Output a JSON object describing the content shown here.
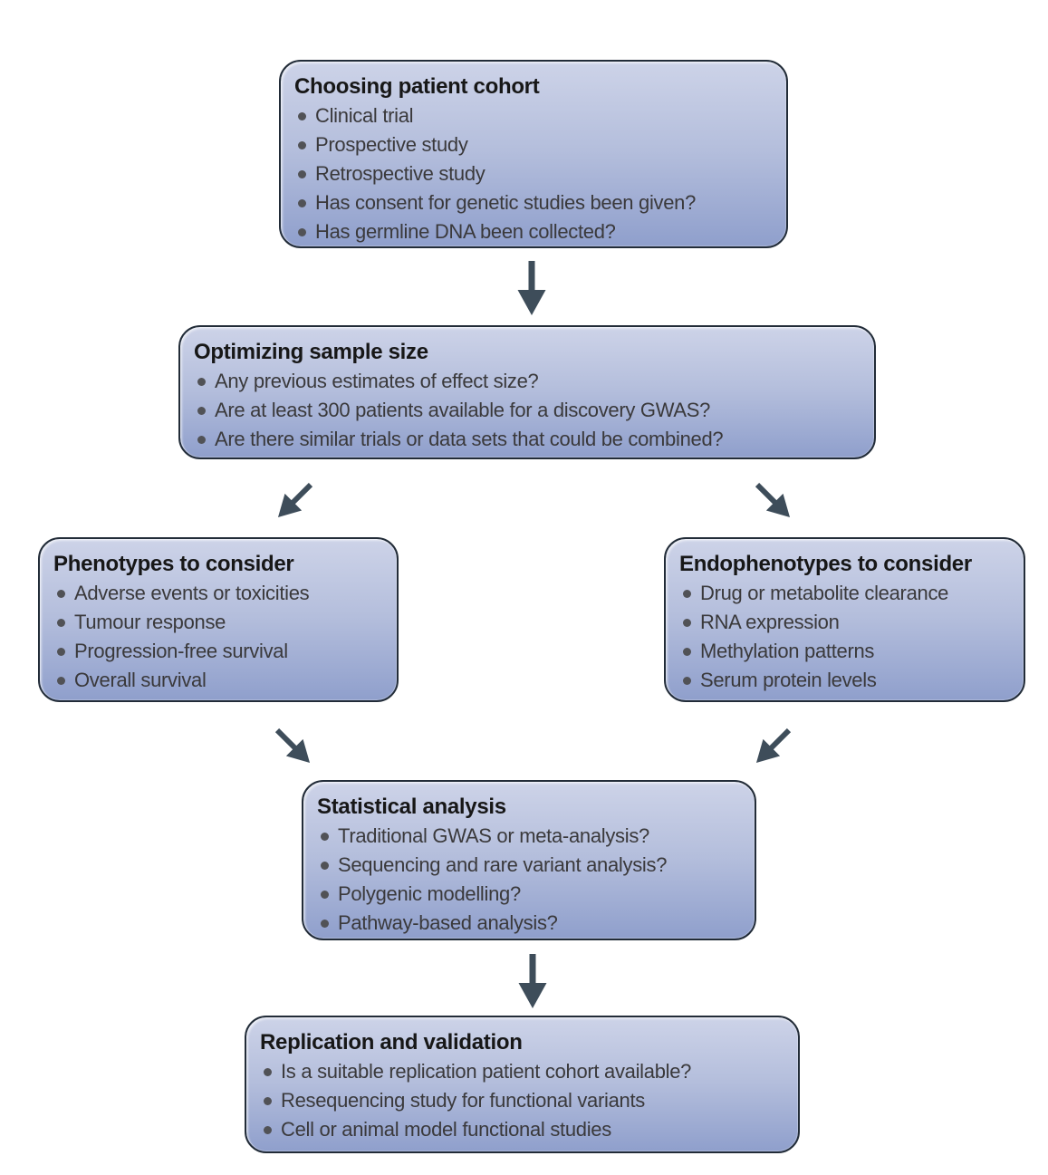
{
  "styles": {
    "node_gradient_top": "#cdd3e8",
    "node_gradient_mid": "#b4bedc",
    "node_gradient_bottom": "#8f9fcc",
    "node_border": "#222c38",
    "arrow_color": "#3e4d5a",
    "title_color": "#171717",
    "text_color": "#3a393b",
    "bullet_color": "#515256",
    "page_bg": "#ffffff"
  },
  "diagram": {
    "type": "flowchart",
    "nodes": [
      {
        "id": "choosing-patient-cohort",
        "title": "Choosing patient cohort",
        "bullets": [
          "Clinical trial",
          "Prospective study",
          "Retrospective study",
          "Has consent for genetic studies been given?",
          "Has germline DNA been collected?"
        ]
      },
      {
        "id": "optimizing-sample-size",
        "title": "Optimizing sample size",
        "bullets": [
          "Any previous estimates of effect size?",
          "Are at least 300 patients available for a discovery GWAS?",
          "Are there similar trials or data sets that could be combined?"
        ]
      },
      {
        "id": "phenotypes-to-consider",
        "title": "Phenotypes to consider",
        "bullets": [
          "Adverse events or toxicities",
          "Tumour response",
          "Progression-free survival",
          "Overall survival"
        ]
      },
      {
        "id": "endophenotypes-to-consider",
        "title": "Endophenotypes to consider",
        "bullets": [
          "Drug or metabolite clearance",
          "RNA expression",
          "Methylation patterns",
          "Serum protein levels"
        ]
      },
      {
        "id": "statistical-analysis",
        "title": "Statistical analysis",
        "bullets": [
          "Traditional GWAS or meta-analysis?",
          "Sequencing and rare variant analysis?",
          "Polygenic modelling?",
          "Pathway-based analysis?"
        ]
      },
      {
        "id": "replication-and-validation",
        "title": "Replication and validation",
        "bullets": [
          "Is a suitable replication patient cohort available?",
          "Resequencing study for functional variants",
          "Cell or animal model functional studies"
        ]
      }
    ],
    "arrows": [
      {
        "from": "choosing-patient-cohort",
        "to": "optimizing-sample-size",
        "direction": "down"
      },
      {
        "from": "optimizing-sample-size",
        "to": "phenotypes-to-consider",
        "direction": "down-left"
      },
      {
        "from": "optimizing-sample-size",
        "to": "endophenotypes-to-consider",
        "direction": "down-right"
      },
      {
        "from": "phenotypes-to-consider",
        "to": "statistical-analysis",
        "direction": "down-right"
      },
      {
        "from": "endophenotypes-to-consider",
        "to": "statistical-analysis",
        "direction": "down-left"
      },
      {
        "from": "statistical-analysis",
        "to": "replication-and-validation",
        "direction": "down"
      }
    ]
  }
}
